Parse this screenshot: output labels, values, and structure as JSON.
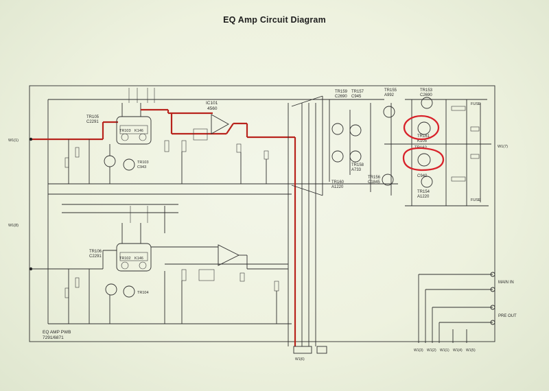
{
  "title": "EQ Amp Circuit Diagram",
  "board": {
    "name": "EQ AMP PWB",
    "code": "7291/6871"
  },
  "ic": {
    "ref": "IC101",
    "part": "4560"
  },
  "connectors": {
    "main_in": "MAIN IN",
    "pre_out": "PRE OUT"
  },
  "transistors": [
    {
      "ref": "TR105",
      "part": "C2291"
    },
    {
      "ref": "TR103",
      "part": "K146"
    },
    {
      "ref": "TR103",
      "part": "C943"
    },
    {
      "ref": "TR159",
      "part": "C2690"
    },
    {
      "ref": "TR157",
      "part": "C945"
    },
    {
      "ref": "TR155",
      "part": "A992"
    },
    {
      "ref": "TR153",
      "part": "C2690"
    },
    {
      "ref": "TR161",
      "part": "K105"
    },
    {
      "ref": "TR162",
      "part": ""
    },
    {
      "ref": "TR158",
      "part": "A733"
    },
    {
      "ref": "TR160",
      "part": "A1220"
    },
    {
      "ref": "TR156",
      "part": "C1845"
    },
    {
      "ref": "TR154",
      "part": "A1220"
    },
    {
      "ref": "TR106",
      "part": "C2291"
    },
    {
      "ref": "TR102",
      "part": "K146"
    },
    {
      "ref": "TR104",
      "part": ""
    }
  ],
  "misc_labels": [
    "FUSE",
    "FUSE",
    "C940",
    "W1(7)",
    "W1(1)",
    "W1(8)"
  ],
  "bottom_terminals": [
    "W1(3)",
    "W1(2)",
    "W1(1)",
    "W1(4)",
    "W1(5)",
    "W1(6)"
  ],
  "highlight_color": "#d8222a",
  "signal_path_color": "#b8231c"
}
